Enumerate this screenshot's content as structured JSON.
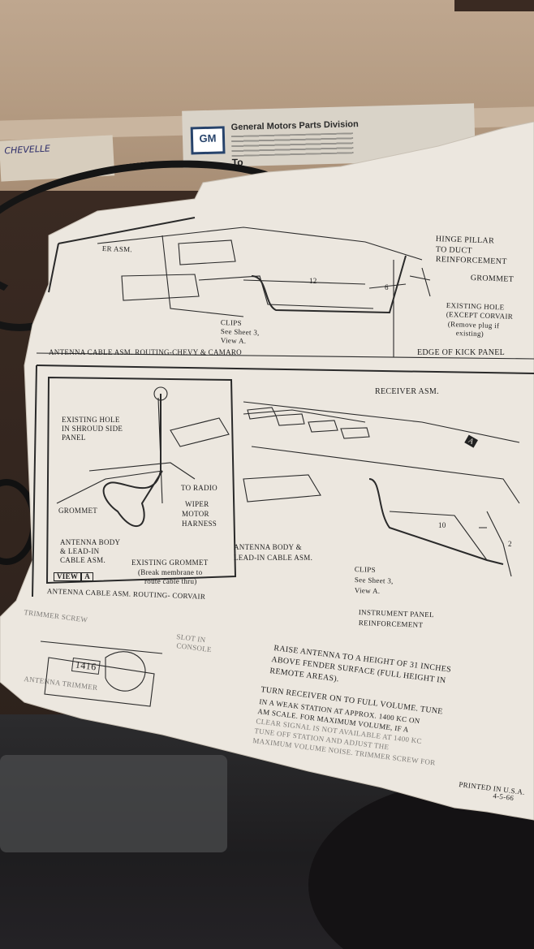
{
  "box": {
    "gm_logo": "GM",
    "gm_division": "General Motors Parts Division",
    "to_label": "To",
    "handwritten": "CHEVELLE"
  },
  "sheet": {
    "top_panel": {
      "caption": "ANTENNA CABLE ASM. ROUTING-CHEVY & CAMARO",
      "receiver_partial": "ER ASM.",
      "hinge_pillar": [
        "HINGE PILLAR",
        "TO DUCT",
        "REINFORCEMENT"
      ],
      "grommet": "GROMMET",
      "existing_hole": [
        "EXISTING HOLE",
        "(EXCEPT CORVAIR",
        "(Remove plug if",
        "existing)"
      ],
      "clips": [
        "CLIPS",
        "See Sheet 3,",
        "View A."
      ],
      "edge_kick": "EDGE OF KICK PANEL",
      "dim_12": "12",
      "dim_6": "6"
    },
    "view_a": {
      "existing_hole": [
        "EXISTING HOLE",
        "IN SHROUD SIDE",
        "PANEL"
      ],
      "to_radio": "TO RADIO",
      "grommet": "GROMMET",
      "wiper": [
        "WIPER",
        "MOTOR",
        "HARNESS"
      ],
      "antenna_body": [
        "ANTENNA BODY",
        "& LEAD-IN",
        "CABLE ASM."
      ],
      "existing_grommet": [
        "EXISTING GROMMET",
        "(Break membrane to",
        "route cable thru)"
      ],
      "view_label": "VIEW",
      "view_letter": "A"
    },
    "main_panel": {
      "receiver": "RECEIVER ASM.",
      "arrow_letter": "A",
      "antenna_body": [
        "ANTENNA BODY &",
        "LEAD-IN CABLE ASM."
      ],
      "clips": [
        "CLIPS",
        "See Sheet 3,",
        "View A."
      ],
      "instrument_panel": [
        "INSTRUMENT PANEL",
        "REINFORCEMENT"
      ],
      "dim_10": "10",
      "dim_2": "2",
      "caption": "ANTENNA CABLE ASM. ROUTING- CORVAIR"
    },
    "bottom": {
      "trimmer": "TRIMMER SCREW",
      "slot": [
        "SLOT IN",
        "CONSOLE"
      ],
      "dial": "1416",
      "antenna_trimmer": "ANTENNA TRIMMER",
      "raise_text": [
        "RAISE ANTENNA TO A HEIGHT OF 31 INCHES",
        "ABOVE FENDER SURFACE (FULL HEIGHT IN",
        "REMOTE AREAS)."
      ],
      "turn_text": [
        "TURN RECEIVER ON TO FULL VOLUME. TUNE",
        "IN A WEAK STATION AT APPROX. 1400 KC ON",
        "AM SCALE. FOR MAXIMUM VOLUME, IF A",
        "CLEAR SIGNAL IS NOT AVAILABLE AT 1400 KC",
        "TUNE OFF STATION AND ADJUST THE",
        "MAXIMUM VOLUME NOISE. TRIMMER SCREW FOR"
      ],
      "printed": [
        "PRINTED IN U.S.A.",
        "4-5-66"
      ]
    }
  }
}
